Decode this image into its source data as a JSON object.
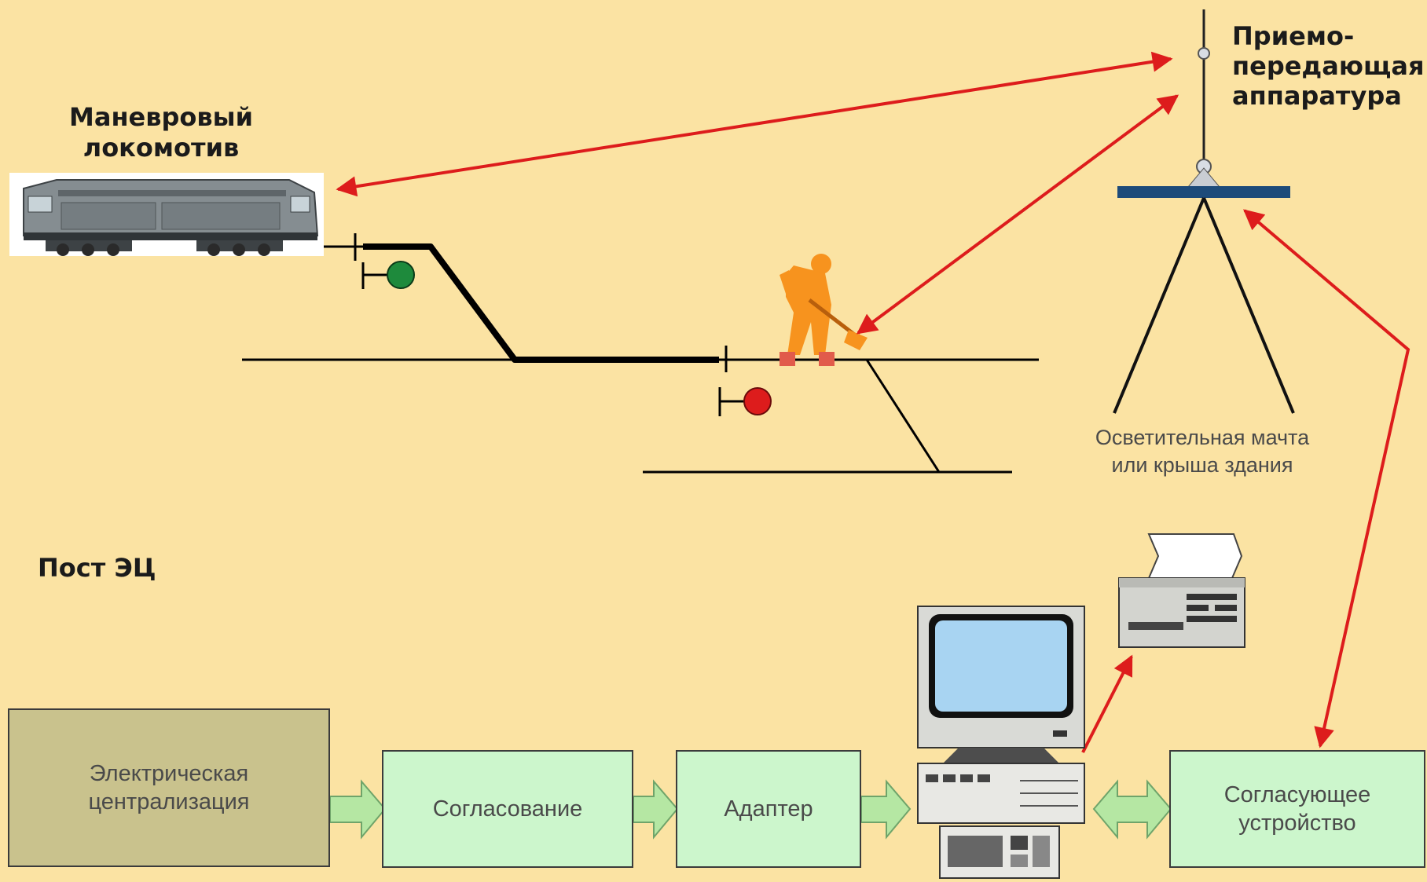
{
  "labels": {
    "locomotive": "Маневровый\nлокомотив",
    "radio_equipment": "Приемо-\nпередающая\nаппаратура",
    "mast": "Осветительная мачта\nили крыша здания",
    "post": "Пост ЭЦ"
  },
  "blocks": {
    "electric_interlocking": "Электрическая\nцентрализация",
    "coordination": "Согласование",
    "adapter": "Адаптер",
    "matching_device": "Согласующее\nустройство"
  },
  "colors": {
    "background": "#fbe3a3",
    "radio_link": "#dd1c1c",
    "track": "#000000",
    "signal_green": "#1e8a3c",
    "signal_red": "#dd1c1c",
    "worker": "#f7931e",
    "block_green": "#ccf6cc",
    "block_olive": "#c9c28d",
    "flow_arrow": "#b5e7a3",
    "antenna_bar": "#1d4b7a"
  },
  "icons": [
    "locomotive-icon",
    "track-worker-icon",
    "computer-icon",
    "printer-icon",
    "antenna-icon"
  ]
}
